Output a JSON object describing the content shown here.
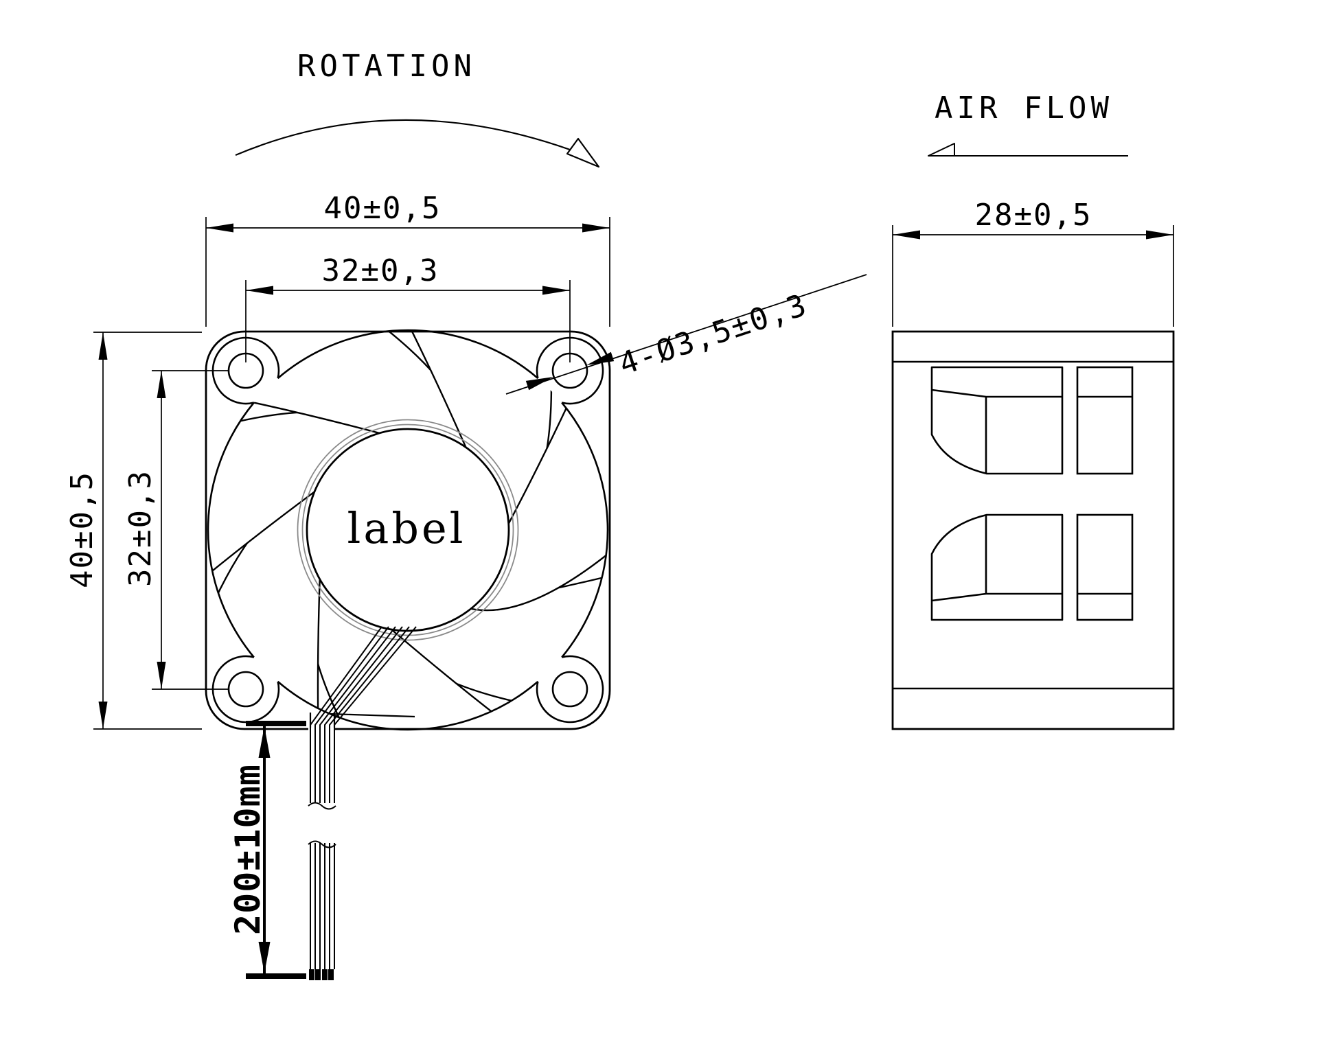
{
  "front_view": {
    "rotation_label": "ROTATION",
    "width_dim": "40±0,5",
    "hole_pitch_h_dim": "32±0,3",
    "height_dim": "40±0,5",
    "hole_pitch_v_dim": "32±0,3",
    "holes_callout": "4-Ø3,5±0,3",
    "hub_label": "label",
    "lead_wire_dim": "200±10mm"
  },
  "side_view": {
    "airflow_label": "AIR FLOW",
    "depth_dim": "28±0,5"
  },
  "colors": {
    "line": "#000000",
    "background": "#ffffff",
    "hub_ring": "#8a8a8a"
  }
}
